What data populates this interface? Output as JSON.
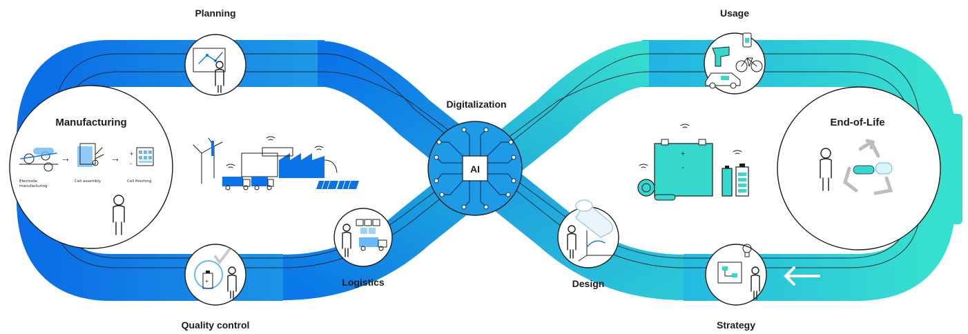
{
  "diagram": {
    "center": {
      "label": "Digitalization",
      "chip_label": "AI"
    },
    "stages": [
      {
        "id": "planning",
        "label": "Planning"
      },
      {
        "id": "manufacturing",
        "label": "Manufacturing"
      },
      {
        "id": "quality_control",
        "label": "Quality control"
      },
      {
        "id": "logistics",
        "label": "Logistics"
      },
      {
        "id": "design",
        "label": "Design"
      },
      {
        "id": "strategy",
        "label": "Strategy"
      },
      {
        "id": "end_of_life",
        "label": "End-of-Life"
      },
      {
        "id": "usage",
        "label": "Usage"
      }
    ],
    "manufacturing_steps": [
      {
        "label_line1": "Electrode",
        "label_line2": "manufacturing"
      },
      {
        "label_line1": "Cell assembly",
        "label_line2": ""
      },
      {
        "label_line1": "Cell finishing",
        "label_line2": ""
      }
    ],
    "colors": {
      "left_loop": "#0a73e8",
      "right_loop": "#2fd6cf",
      "center": "#1e9be6",
      "battery": "#2fd6cf",
      "ink": "#1b1b1b"
    }
  }
}
